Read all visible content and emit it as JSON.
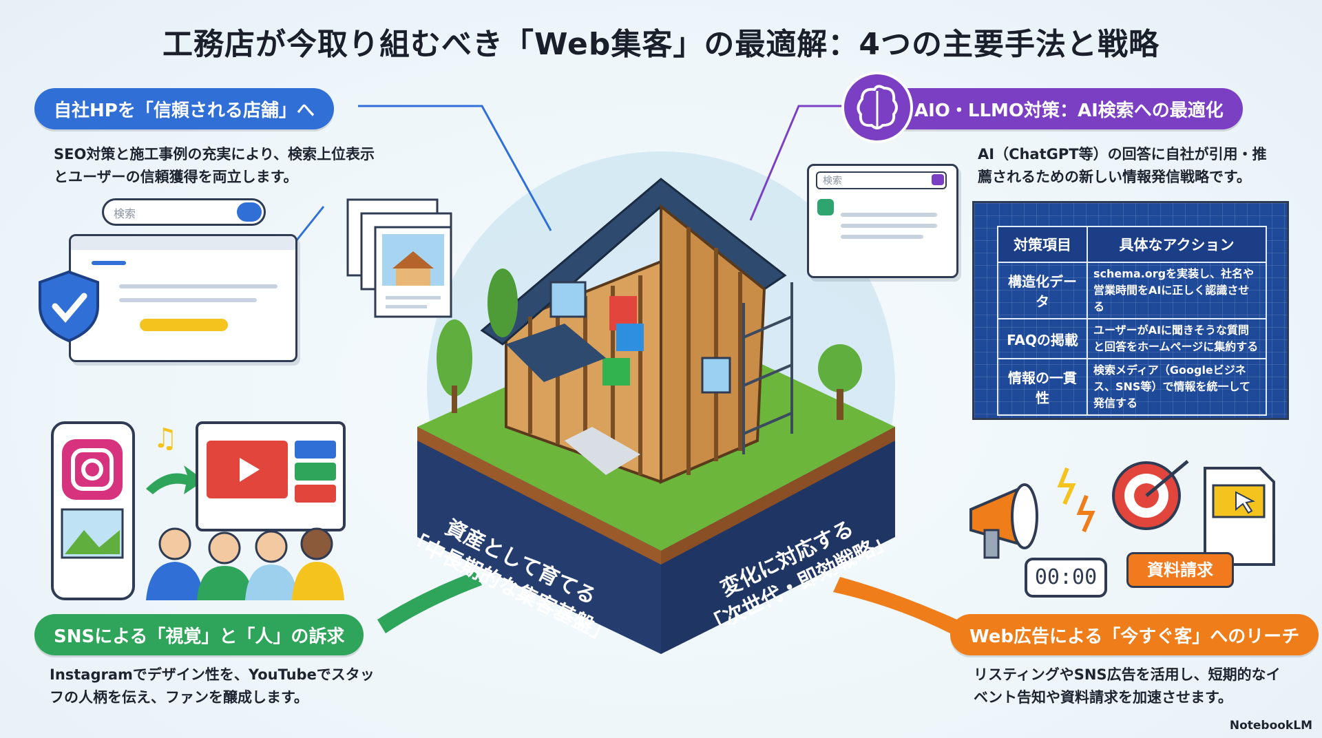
{
  "title": "工務店が今取り組むべき「Web集客」の最適解：4つの主要手法と戦略",
  "sections": {
    "hp": {
      "heading": "自社HPを「信頼される店舗」へ",
      "description_line1": "SEO対策と施工事例の充実により、検索上位表示",
      "description_line2": "とユーザーの信頼獲得を両立します。",
      "search_placeholder": "検索",
      "color": "#2f6fd6"
    },
    "aio": {
      "heading": "AIO・LLMO対策：AI検索への最適化",
      "description_line1": "AI（ChatGPT等）の回答に自社が引用・推",
      "description_line2": "薦されるための新しい情報発信戦略です。",
      "search_placeholder": "検索",
      "color": "#7b3fc4",
      "table": {
        "headers": [
          "対策項目",
          "具体なアクション"
        ],
        "rows": [
          {
            "item": "構造化データ",
            "action": "schema.orgを実装し、社名や営業時間をAIに正しく認識させる"
          },
          {
            "item": "FAQの掲載",
            "action": "ユーザーがAIに聞きそうな質問と回答をホームページに集約する"
          },
          {
            "item": "情報の一貫性",
            "action": "検索メディア（Googleビジネス、SNS等）で情報を統一して発信する"
          }
        ]
      }
    },
    "sns": {
      "heading": "SNSによる「視覚」と「人」の訴求",
      "description_line1": "Instagramでデザイン性を、YouTubeでスタッ",
      "description_line2": "フの人柄を伝え、ファンを醸成します。",
      "color": "#2ea55a"
    },
    "ads": {
      "heading": "Web広告による「今すぐ客」へのリーチ",
      "description_line1": "リスティングやSNS広告を活用し、短期的なイ",
      "description_line2": "ベント告知や資料請求を加速させます。",
      "timer": "00:00",
      "cta": "資料請求",
      "color": "#ef7d1a"
    }
  },
  "center": {
    "left_face_line1": "資産として育てる",
    "left_face_line2": "「中長期的な集客基盤」",
    "right_face_line1": "変化に対応する",
    "right_face_line2": "「次世代・即効戦略」"
  },
  "branding": "NotebookLM"
}
